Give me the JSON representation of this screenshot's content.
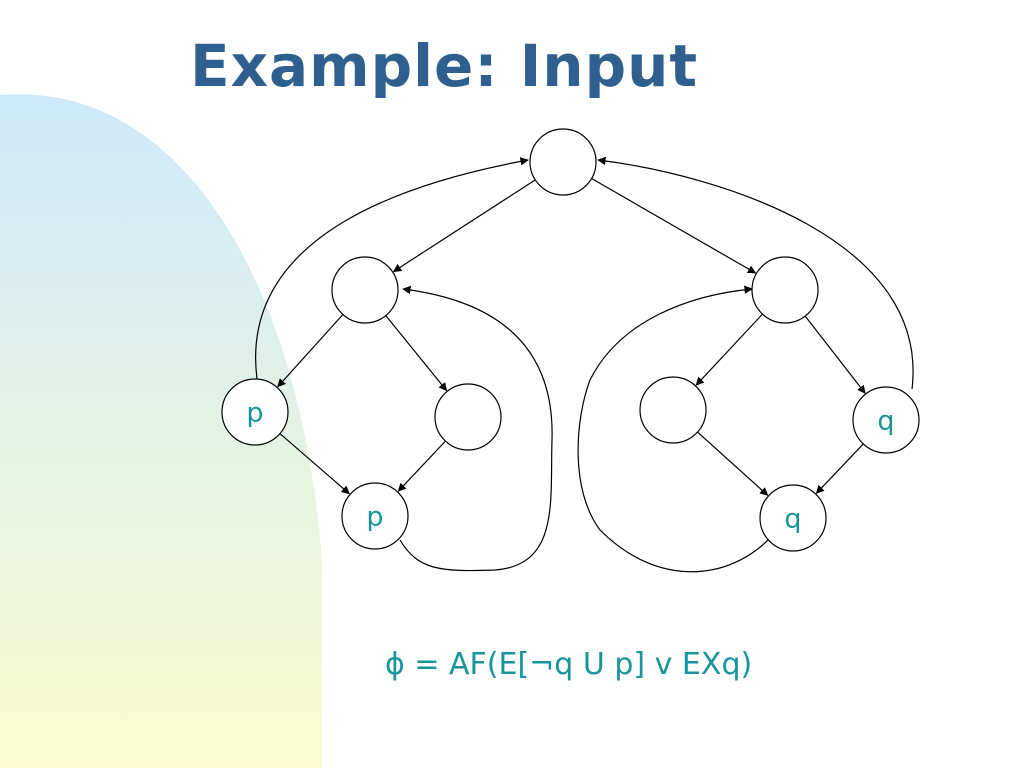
{
  "slide": {
    "title": "Example: Input",
    "formula_symbol": "ϕ",
    "formula_rest": " = AF(E[¬q U p] v EXq)"
  },
  "graph": {
    "nodes": [
      {
        "id": "root",
        "label": ""
      },
      {
        "id": "left",
        "label": ""
      },
      {
        "id": "right",
        "label": ""
      },
      {
        "id": "left-left",
        "label": "p"
      },
      {
        "id": "left-right",
        "label": ""
      },
      {
        "id": "right-left",
        "label": ""
      },
      {
        "id": "right-right",
        "label": "q"
      },
      {
        "id": "left-bottom",
        "label": "p"
      },
      {
        "id": "right-bottom",
        "label": "q"
      }
    ],
    "edges": [
      {
        "from": "root",
        "to": "left"
      },
      {
        "from": "root",
        "to": "right"
      },
      {
        "from": "left",
        "to": "left-left"
      },
      {
        "from": "left",
        "to": "left-right"
      },
      {
        "from": "right",
        "to": "right-left"
      },
      {
        "from": "right",
        "to": "right-right"
      },
      {
        "from": "left-left",
        "to": "left-bottom"
      },
      {
        "from": "left-right",
        "to": "left-bottom"
      },
      {
        "from": "right-left",
        "to": "right-bottom"
      },
      {
        "from": "right-right",
        "to": "right-bottom"
      },
      {
        "from": "left-left",
        "to": "root"
      },
      {
        "from": "right-right",
        "to": "root"
      },
      {
        "from": "left-bottom",
        "to": "left"
      },
      {
        "from": "right-bottom",
        "to": "right"
      }
    ]
  },
  "colors": {
    "title": "#2f5f8f",
    "node_label": "#17959a",
    "formula": "#17959a",
    "background_gradient_top": "#cde9fb",
    "background_gradient_bottom": "#fbfcd0",
    "line": "#000000"
  }
}
